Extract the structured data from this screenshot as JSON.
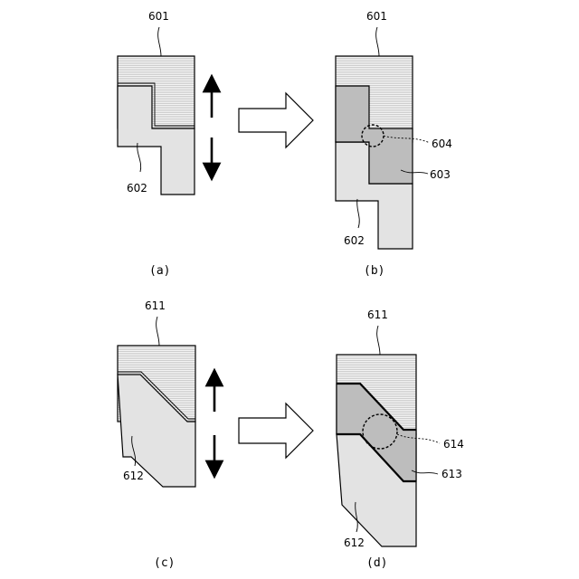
{
  "panels": {
    "a": {
      "caption": "(a)",
      "labels": {
        "upper": "601",
        "lower": "602"
      }
    },
    "b": {
      "caption": "(b)",
      "labels": {
        "upper": "601",
        "lower": "602",
        "region": "603",
        "circle": "604"
      }
    },
    "c": {
      "caption": "(c)",
      "labels": {
        "upper": "611",
        "lower": "612"
      }
    },
    "d": {
      "caption": "(d)",
      "labels": {
        "upper": "611",
        "lower": "612",
        "region": "613",
        "circle": "614"
      }
    }
  },
  "colors": {
    "hatch_fill": "#f2f2f2",
    "hatch_line": "#b8b8b8",
    "lower_fill": "#e5e5e5",
    "region_fill": "#bdbdbd",
    "stroke": "#000000"
  }
}
